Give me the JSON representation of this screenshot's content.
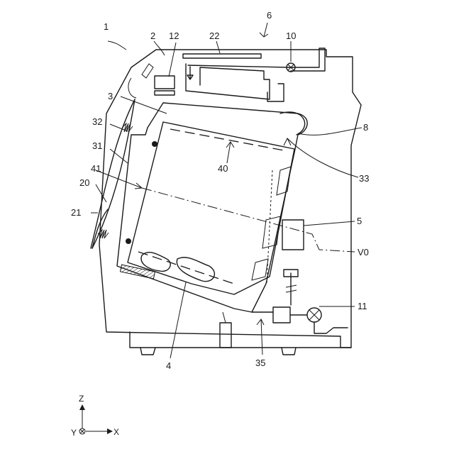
{
  "labels": {
    "l1": "1",
    "l2": "2",
    "l3": "3",
    "l4": "4",
    "l5": "5",
    "l6": "6",
    "l8": "8",
    "l10": "10",
    "l11": "11",
    "l12": "12",
    "l20": "20",
    "l21": "21",
    "l22": "22",
    "l31": "31",
    "l32": "32",
    "l33": "33",
    "l35": "35",
    "l40": "40",
    "l41": "41",
    "v0": "V0"
  },
  "axes": {
    "z": "Z",
    "y": "Y",
    "x": "X"
  }
}
